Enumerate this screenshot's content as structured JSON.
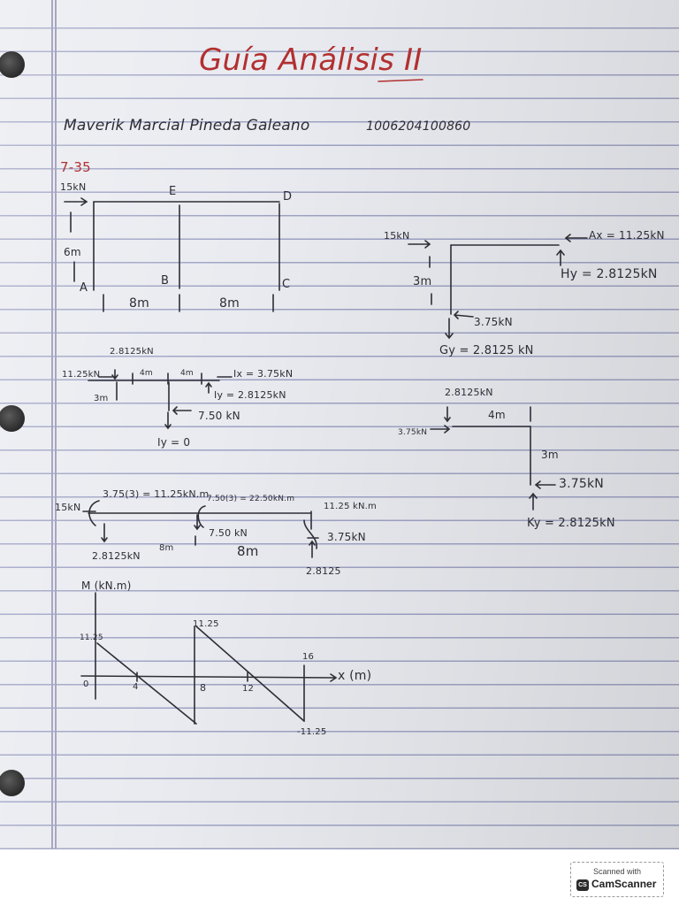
{
  "title": "Guía Análisis II",
  "author_name": "Maverik Marcial Pineda Galeano",
  "student_id": "1006204100860",
  "problem_number": "7-35",
  "frame": {
    "load_top_left": "15kN",
    "joint_E": "E",
    "joint_D": "D",
    "joint_A": "A",
    "joint_B": "B",
    "joint_C": "C",
    "height_label": "6m",
    "span_left": "8m",
    "span_right": "8m"
  },
  "right_column": {
    "load": "15kN",
    "ax": "Ax = 11.25kN",
    "height": "3m",
    "hy": "Hy = 2.8125kN",
    "shear_bottom": "3.75kN",
    "gy": "Gy = 2.8125 kN"
  },
  "middle_beam": {
    "top_force": "2.8125kN",
    "left_force": "11.25kN",
    "seg1": "4m",
    "seg2": "4m",
    "ix": "Ix = 3.75kN",
    "iy_right": "Iy = 2.8125kN",
    "left_height": "3m",
    "bottom_force": "7.50 kN",
    "iy_bottom": "Iy = 0"
  },
  "right_member": {
    "top_force": "2.8125kN",
    "left_force": "3.75kN",
    "span": "4m",
    "height": "3m",
    "horizontal_force": "3.75kN",
    "ky": "Ky = 2.8125kN"
  },
  "full_beam": {
    "moment_a": "3.75(3) = 11.25kN.m",
    "moment_mid": "7.50(3) = 22.50kN.m",
    "moment_right": "11.25 kN.m",
    "left_load": "15kN",
    "mid_force": "7.50 kN",
    "right_force": "3.75kN",
    "left_reaction": "2.8125kN",
    "span_left": "8m",
    "span_right": "8m",
    "right_reaction": "2.8125"
  },
  "moment_diagram": {
    "y_axis_label": "M (kN.m)",
    "x_axis_label": "x (m)",
    "tick_0": "0",
    "tick_4": "4",
    "tick_8": "8",
    "tick_12": "12",
    "tick_16": "16",
    "value_top_left": "11.25",
    "value_top_mid": "11.25",
    "value_bottom_right": "-11.25"
  },
  "scanner": {
    "caption": "Scanned with",
    "brand": "CamScanner",
    "logo": "CS"
  }
}
